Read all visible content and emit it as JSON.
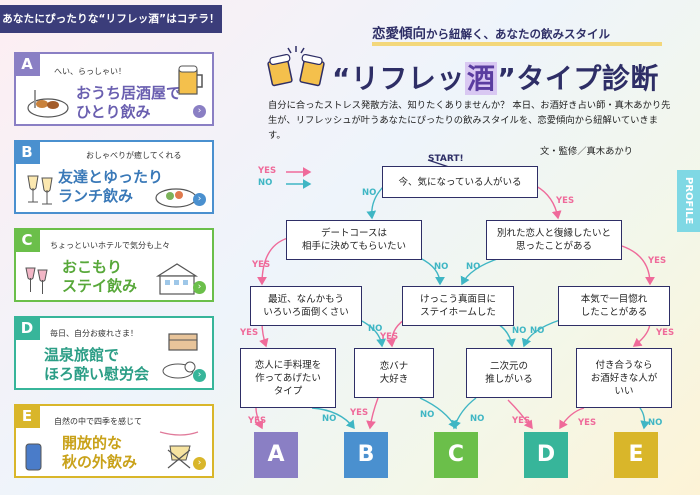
{
  "sidebar": {
    "banner": "あなたにぴったりな“リフレッ酒”はコチラ！",
    "cards": [
      {
        "letter": "A",
        "tag": "へい、らっしゃい！",
        "title": "おうち居酒屋で\nひとり飲み",
        "color": "#8a7fc4"
      },
      {
        "letter": "B",
        "tag": "おしゃべりが癒してくれる",
        "title": "友達とゆったり\nランチ飲み",
        "color": "#4a90cf"
      },
      {
        "letter": "C",
        "tag": "ちょっといいホテルで気分も上々",
        "title": "おこもり\nステイ飲み",
        "color": "#6bbf4a"
      },
      {
        "letter": "D",
        "tag": "毎日、自分お疲れさま！",
        "title": "温泉旅館で\nほろ酔い慰労会",
        "color": "#37b59a"
      },
      {
        "letter": "E",
        "tag": "自然の中で四季を感じて",
        "title": "開放的な\n秋の外飲み",
        "color": "#d9b62a"
      }
    ]
  },
  "header": {
    "subtitle_hl": "恋愛傾向",
    "subtitle_rest": "から紐解く、あなたの飲みスタイル",
    "title_pre": "“リフレッ",
    "title_accent": "酒",
    "title_post": "”タイプ診断",
    "intro": "自分に合ったストレス発散方法、知りたくありませんか？ 本日、お酒好き占い師・真木あかり先生が、リフレッシュが叶うあなたにぴったりの飲みスタイルを、恋愛傾向から紐解いていきます。",
    "credit": "文・監修／真木あかり",
    "profile": "PROFILE"
  },
  "legend": {
    "yes": "YES",
    "no": "NO"
  },
  "flow": {
    "start": "START!",
    "q1": "今、気になっている人がいる",
    "q2": "デートコースは\n相手に決めてもらいたい",
    "q3": "別れた恋人と復縁したいと\n思ったことがある",
    "q4": "最近、なんかもう\nいろいろ面倒くさい",
    "q5": "けっこう真面目に\nステイホームした",
    "q6": "本気で一目惚れ\nしたことがある",
    "q7": "恋人に手料理を\n作ってあげたい\nタイプ",
    "q8": "恋バナ\n大好き",
    "q9": "二次元の\n推しがいる",
    "q10": "付き合うなら\nお酒好きな人が\nいい",
    "yes": "YES",
    "no": "NO"
  },
  "results": [
    {
      "letter": "A",
      "color": "#8a7fc4"
    },
    {
      "letter": "B",
      "color": "#4a90cf"
    },
    {
      "letter": "C",
      "color": "#6bbf4a"
    },
    {
      "letter": "D",
      "color": "#37b59a"
    },
    {
      "letter": "E",
      "color": "#d9b62a"
    }
  ]
}
